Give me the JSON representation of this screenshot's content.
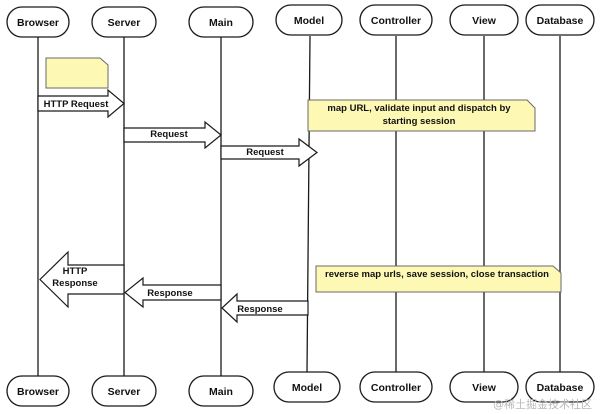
{
  "lifelines": [
    {
      "id": "browser",
      "label": "Browser"
    },
    {
      "id": "server",
      "label": "Server"
    },
    {
      "id": "main",
      "label": "Main"
    },
    {
      "id": "model",
      "label": "Model"
    },
    {
      "id": "controller",
      "label": "Controller"
    },
    {
      "id": "view",
      "label": "View"
    },
    {
      "id": "database",
      "label": "Database"
    }
  ],
  "messages": {
    "http_request": "HTTP Request",
    "request_server_main": "Request",
    "request_main_model": "Request",
    "http_response_line1": "HTTP",
    "http_response_line2": "Response",
    "response_main_server": "Response",
    "response_model_main": "Response"
  },
  "notes": {
    "blank_note": "",
    "map_url_line1": "map URL, validate input and dispatch by",
    "map_url_line2": "starting session",
    "reverse_map": "reverse map urls, save session, close transaction"
  },
  "watermark": "@稀土掘金技术社区",
  "colors": {
    "note_fill": "#fdf8b4",
    "stroke": "#1a1a1a",
    "background": "#ffffff"
  }
}
